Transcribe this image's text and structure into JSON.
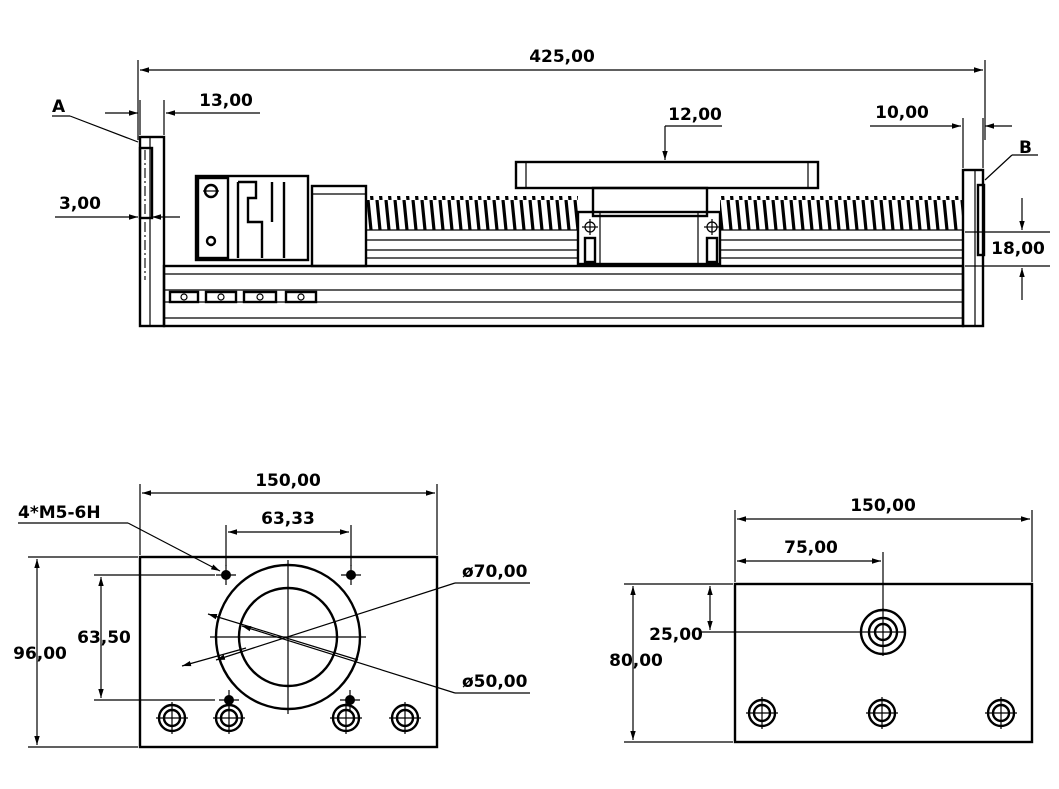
{
  "side_view": {
    "total_length": "425,00",
    "left_plate": "13,00",
    "left_offset": "3,00",
    "carriage_height": "12,00",
    "right_plate": "10,00",
    "rail_height": "18,00",
    "label_a": "A",
    "label_b": "B"
  },
  "view_a": {
    "width": "150,00",
    "hole_spec": "4*M5-6H",
    "hole_spacing_x": "63,33",
    "hole_spacing_y": "63,50",
    "height": "96,00",
    "outer_diameter": "ø70,00",
    "inner_diameter": "ø50,00"
  },
  "view_b": {
    "width": "150,00",
    "center_x": "75,00",
    "center_y": "25,00",
    "height": "80,00"
  }
}
